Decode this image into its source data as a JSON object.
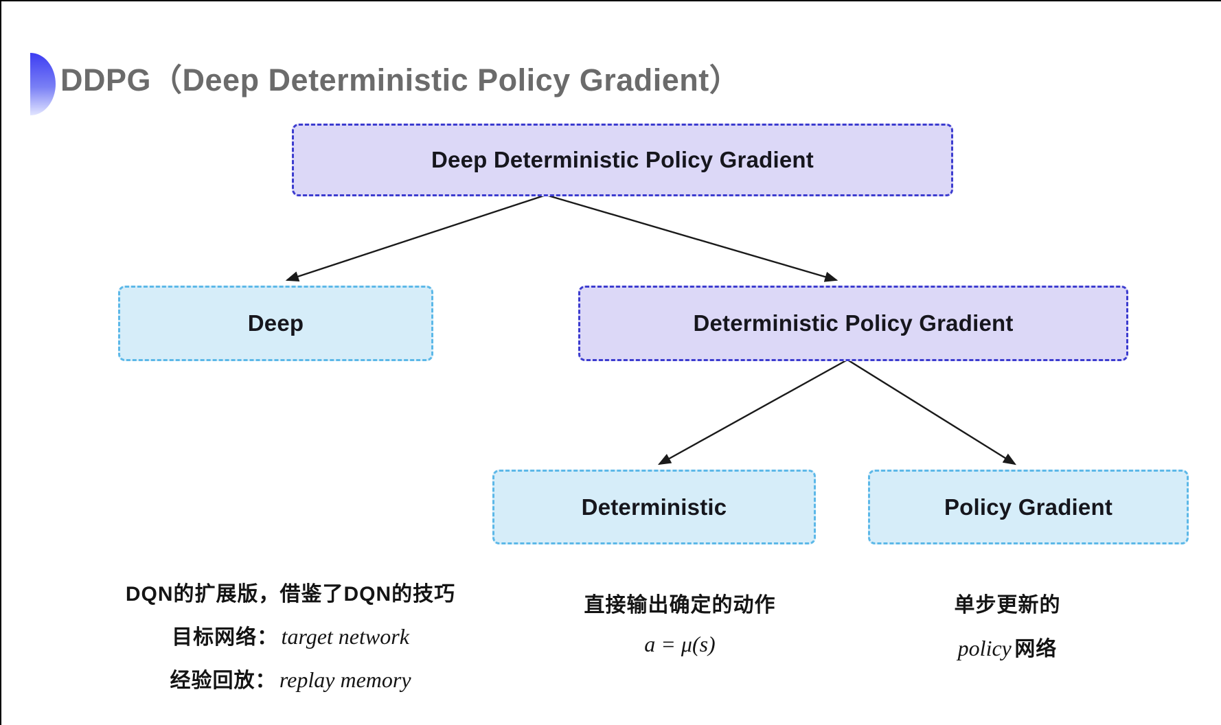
{
  "slide": {
    "title": "DDPG（Deep Deterministic Policy Gradient）"
  },
  "tree": {
    "root": {
      "label": "Deep Deterministic Policy Gradient"
    },
    "deep": {
      "label": "Deep"
    },
    "dpg": {
      "label": "Deterministic Policy Gradient"
    },
    "deterministic": {
      "label": "Deterministic"
    },
    "policy_gradient": {
      "label": "Policy Gradient"
    }
  },
  "notes": {
    "deep": {
      "line1": "DQN的扩展版，借鉴了DQN的技巧",
      "target_label": "目标网络：",
      "target_term": "target network",
      "replay_label": "经验回放：",
      "replay_term": "replay memory"
    },
    "deterministic": {
      "line1": "直接输出确定的动作",
      "formula": "a = μ(s)"
    },
    "policy_gradient": {
      "line1": "单步更新的",
      "term": "policy",
      "suffix": " 网络"
    }
  },
  "colors": {
    "purple_fill": "#dcd8f7",
    "purple_border": "#3c3ccf",
    "cyan_fill": "#d6edf9",
    "cyan_border": "#5cb8e8",
    "title_gray": "#6b6b6b",
    "text_black": "#16161d",
    "arrow_black": "#1a1a1a",
    "bullet_blue": "#3d3df2"
  }
}
